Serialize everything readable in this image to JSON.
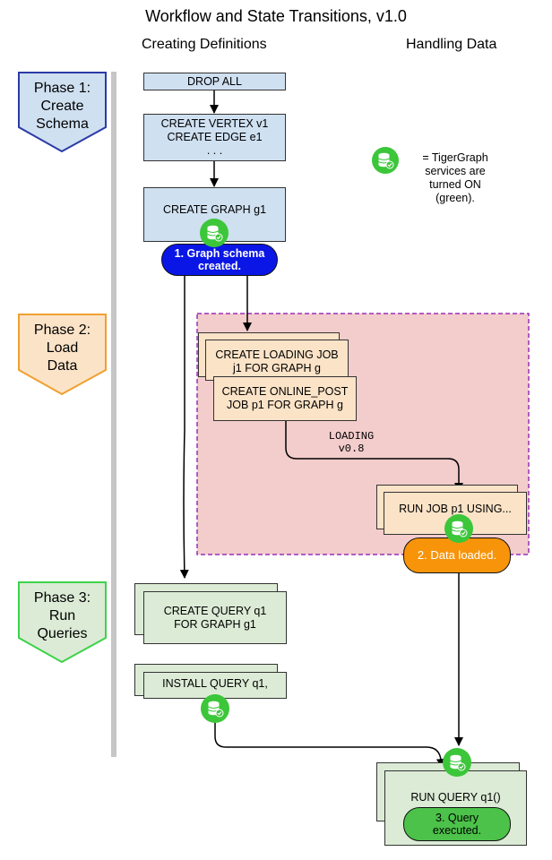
{
  "title": "Workflow and State Transitions, v1.0",
  "columns": {
    "left": "Creating Definitions",
    "right": "Handling Data"
  },
  "phases": [
    {
      "lines": [
        "Phase 1:",
        "Create",
        "Schema"
      ]
    },
    {
      "lines": [
        "Phase 2:",
        "Load",
        "Data"
      ]
    },
    {
      "lines": [
        "Phase 3:",
        "Run",
        "Queries"
      ]
    }
  ],
  "boxes": {
    "drop_all": "DROP ALL",
    "create_vertex": [
      "CREATE VERTEX v1",
      "CREATE EDGE e1",
      ". . ."
    ],
    "create_graph": "CREATE GRAPH g1",
    "loading_job": [
      "CREATE LOADING JOB",
      "j1 FOR GRAPH g"
    ],
    "online_post": [
      "CREATE ONLINE_POST",
      "JOB p1 FOR GRAPH g"
    ],
    "run_job": "RUN JOB p1 USING...",
    "create_query": [
      "CREATE QUERY q1",
      "FOR GRAPH g1"
    ],
    "install_query": "INSTALL QUERY q1,",
    "run_query": "RUN QUERY q1()"
  },
  "states": {
    "schema_created": [
      "1. Graph schema",
      "created."
    ],
    "data_loaded": "2. Data loaded.",
    "query_executed": [
      "3. Query",
      "executed."
    ]
  },
  "loading_label": [
    "LOADING",
    "v0.8"
  ],
  "legend": [
    "= TigerGraph",
    "services are",
    "turned ON",
    "(green)."
  ],
  "colors": {
    "phase1": "#2b3aa8",
    "phase2": "#f0a030",
    "phase3": "#3ed24a",
    "state_blue": "#0a16e6",
    "state_orange": "#f7940a",
    "state_green": "#4cc24a",
    "region_fill": "#f3cccc",
    "region_border": "#9b2fb5",
    "service_icon": "#3cc63a",
    "rail": "#c6c6c6"
  },
  "icons": [
    "database-service-icon"
  ]
}
